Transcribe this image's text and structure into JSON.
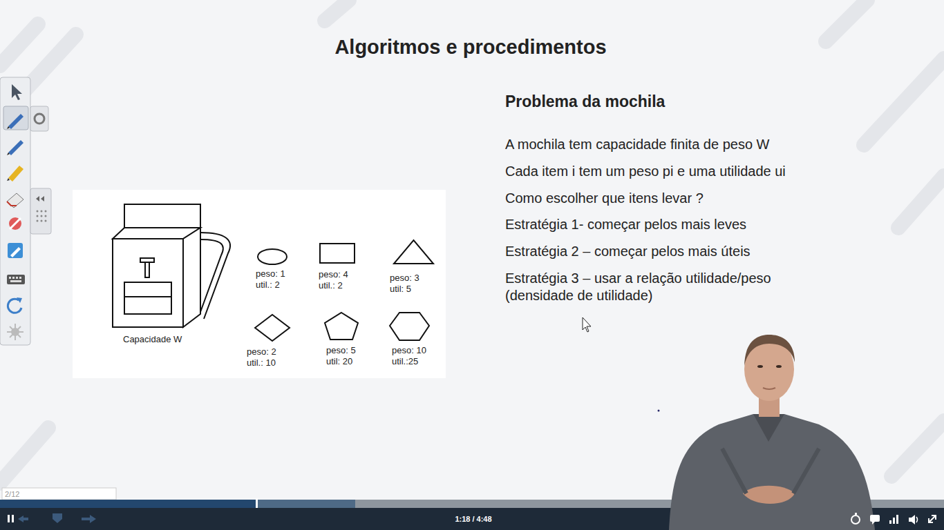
{
  "diagram": {
    "title": "Algoritmos e procedimentos",
    "nodes": [
      {
        "text": [
          "Capacidade W"
        ]
      },
      {
        "text": [
          "peso: 1",
          "util.: 2"
        ]
      },
      {
        "text": [
          "peso: 4",
          "util.: 2"
        ]
      },
      {
        "text": [
          "peso: 3",
          "util: 5"
        ]
      },
      {
        "text": [
          "peso: 2",
          "util.: 10"
        ]
      },
      {
        "text": [
          "peso: 5",
          "util: 20"
        ]
      },
      {
        "text": [
          "peso: 10",
          "util.:25"
        ]
      }
    ],
    "labels": [
      "Problema da mochila",
      "A mochila tem capacidade finita de peso W",
      "Cada item i tem um peso pi e uma utilidade ui",
      "Como escolher que itens levar ?",
      "Estratégia 1- começar pelos mais leves",
      "Estratégia 2 – começar pelos mais úteis",
      "Estratégia 3 – usar a relação utilidade/peso (densidade de utilidade)",
      "2/12",
      "1:18 / 4:48"
    ]
  }
}
